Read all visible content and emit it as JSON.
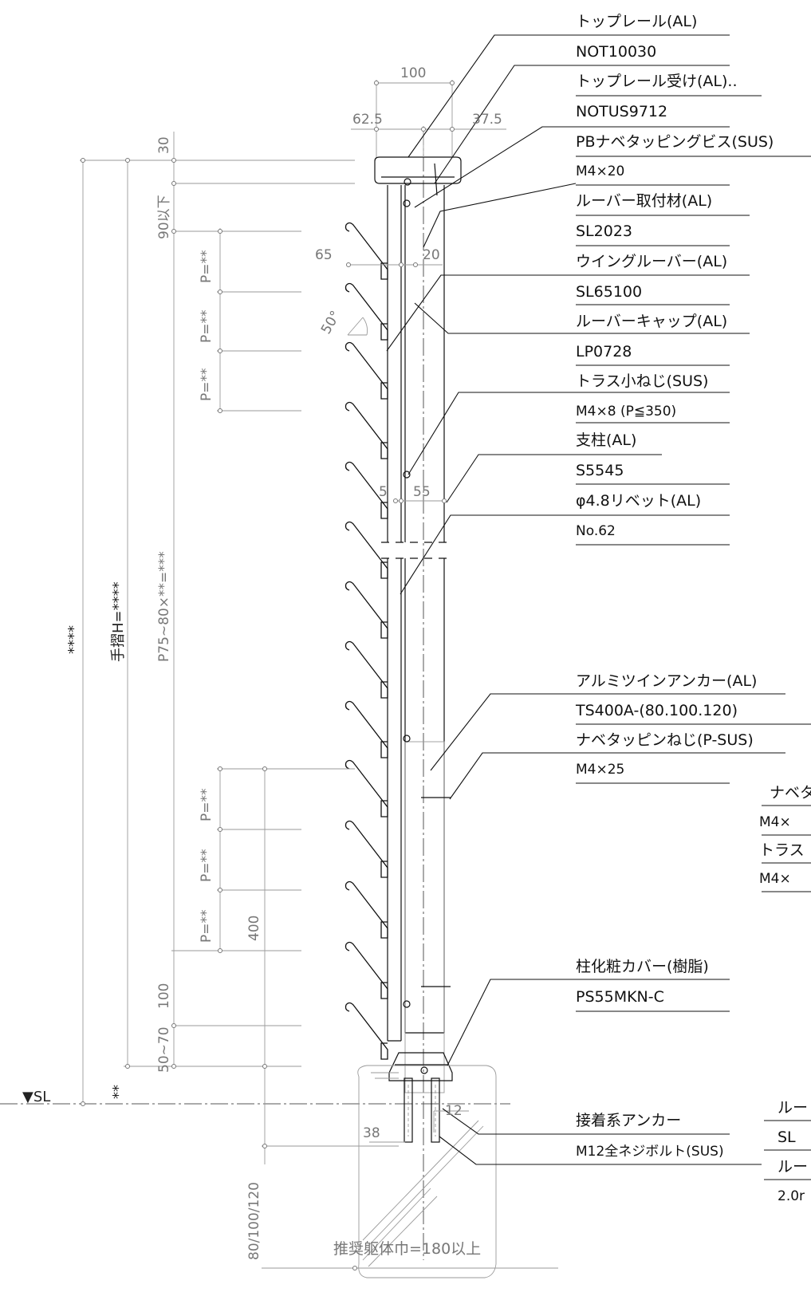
{
  "callouts": [
    {
      "name": "トップレール(AL)",
      "code": "NOT10030"
    },
    {
      "name": "トップレール受け(AL)..",
      "code": "NOTUS9712"
    },
    {
      "name": "PBナベタッピングビス(SUS)",
      "code": "M4×20"
    },
    {
      "name": "ルーバー取付材(AL)",
      "code": "SL2023"
    },
    {
      "name": "ウイングルーバー(AL)",
      "code": "SL65100"
    },
    {
      "name": "ルーバーキャップ(AL)",
      "code": "LP0728"
    },
    {
      "name": "トラス小ねじ(SUS)",
      "code": "M4×8 (P≦350)"
    },
    {
      "name": "支柱(AL)",
      "code": "S5545"
    },
    {
      "name": "φ4.8リベット(AL)",
      "code": "No.62"
    }
  ],
  "callouts_lower": [
    {
      "name": "アルミツインアンカー(AL)",
      "code": "TS400A-(80.100.120)"
    },
    {
      "name": "ナベタッピンねじ(P-SUS)",
      "code": "M4×25"
    }
  ],
  "callouts_cover": {
    "name": "柱化粧カバー(樹脂)",
    "code": "PS55MKN-C"
  },
  "callouts_anchor": {
    "name": "接着系アンカー",
    "code": "M12全ネジボルト(SUS)"
  },
  "clipped_right": [
    {
      "text": "ナベタ"
    },
    {
      "text": "M4×"
    },
    {
      "text": "トラス"
    },
    {
      "text": "M4×"
    }
  ],
  "clipped_right_bottom": [
    {
      "text": "ルー"
    },
    {
      "text": "SL"
    },
    {
      "text": "ルー"
    },
    {
      "text": "2.0r"
    }
  ],
  "dimensions": {
    "width_total": "100",
    "width_left": "62.5",
    "width_right": "37.5",
    "top_30": "30",
    "under_90": "90以下",
    "louver_65": "65",
    "louver_20": "20",
    "angle": "50°",
    "pitch_label": "P=**",
    "post_5": "5",
    "post_55": "55",
    "overall": "****",
    "handrail_h": "手摺H=****",
    "pitch_formula": "P75~80×**=***",
    "spacing_400": "400",
    "bottom_100": "100",
    "bottom_50_70": "50~70",
    "base_star": "**",
    "sl_label": "▼SL",
    "embed_12": "12",
    "embed_38": "38",
    "depth": "80/100/120",
    "body_width": "推奨躯体巾=180以上"
  }
}
